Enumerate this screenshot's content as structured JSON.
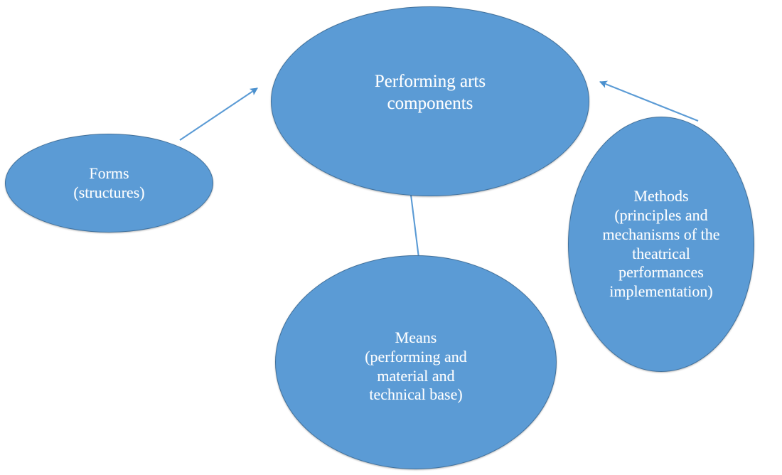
{
  "diagram": {
    "title": "Performing arts components",
    "background_color": "#FFFFFF",
    "node_fill_color": "#5B9BD5",
    "node_border_color": "#41719C",
    "node_text_color": "#FFFFFF",
    "connector_color": "#5B9BD5",
    "nodes": [
      {
        "id": "center",
        "name": "performing-arts-components",
        "text": "Performing arts\ncomponents",
        "shape": "ellipse"
      },
      {
        "id": "forms",
        "name": "forms-structures",
        "text": "Forms\n(structures)",
        "shape": "ellipse"
      },
      {
        "id": "methods",
        "name": "methods-principles-mechanisms",
        "text": "Methods\n(principles and\nmechanisms of the\ntheatrical\nperformances\nimplementation)",
        "shape": "ellipse"
      },
      {
        "id": "means",
        "name": "means-performing-material-technical-base",
        "text": "Means\n(performing and\nmaterial and\ntechnical base)",
        "shape": "ellipse"
      }
    ],
    "connectors": [
      {
        "id": "forms-to-center",
        "from": "forms",
        "to": "center",
        "style": "arrow",
        "arrowhead": "end"
      },
      {
        "id": "methods-to-center",
        "from": "methods",
        "to": "center",
        "style": "arrow",
        "arrowhead": "end"
      },
      {
        "id": "center-to-means",
        "from": "center",
        "to": "means",
        "style": "line",
        "arrowhead": "none"
      }
    ]
  }
}
